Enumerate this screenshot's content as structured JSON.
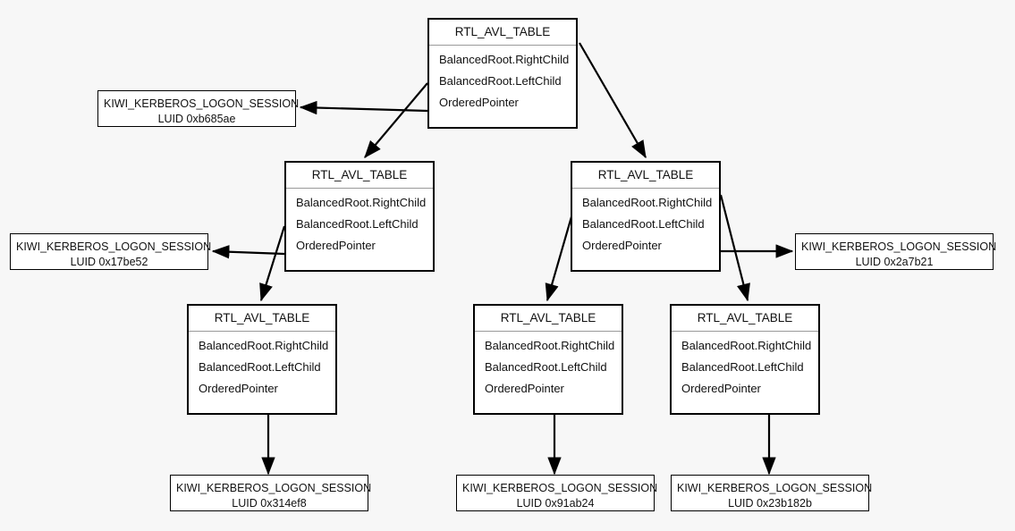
{
  "diagram": {
    "type": "avl-tree-structure",
    "background_color": "#f7f7f7",
    "node_border_color": "#000000",
    "node_fill_color": "#ffffff",
    "edge_color": "#000000",
    "table_nodes": [
      {
        "id": "root",
        "title": "RTL_AVL_TABLE",
        "fields": [
          "BalancedRoot.RightChild",
          "BalancedRoot.LeftChild",
          "OrderedPointer"
        ]
      },
      {
        "id": "mid-left",
        "title": "RTL_AVL_TABLE",
        "fields": [
          "BalancedRoot.RightChild",
          "BalancedRoot.LeftChild",
          "OrderedPointer"
        ]
      },
      {
        "id": "mid-right",
        "title": "RTL_AVL_TABLE",
        "fields": [
          "BalancedRoot.RightChild",
          "BalancedRoot.LeftChild",
          "OrderedPointer"
        ]
      },
      {
        "id": "bottom-left",
        "title": "RTL_AVL_TABLE",
        "fields": [
          "BalancedRoot.RightChild",
          "BalancedRoot.LeftChild",
          "OrderedPointer"
        ]
      },
      {
        "id": "bottom-mid",
        "title": "RTL_AVL_TABLE",
        "fields": [
          "BalancedRoot.RightChild",
          "BalancedRoot.LeftChild",
          "OrderedPointer"
        ]
      },
      {
        "id": "bottom-right",
        "title": "RTL_AVL_TABLE",
        "fields": [
          "BalancedRoot.RightChild",
          "BalancedRoot.LeftChild",
          "OrderedPointer"
        ]
      }
    ],
    "session_nodes": [
      {
        "id": "session-root",
        "title": "KIWI_KERBEROS_LOGON_SESSION",
        "luid": "LUID 0xb685ae"
      },
      {
        "id": "session-mid-left",
        "title": "KIWI_KERBEROS_LOGON_SESSION",
        "luid": "LUID 0x17be52"
      },
      {
        "id": "session-mid-right",
        "title": "KIWI_KERBEROS_LOGON_SESSION",
        "luid": "LUID 0x2a7b21"
      },
      {
        "id": "session-bottom-left",
        "title": "KIWI_KERBEROS_LOGON_SESSION",
        "luid": "LUID 0x314ef8"
      },
      {
        "id": "session-bottom-mid",
        "title": "KIWI_KERBEROS_LOGON_SESSION",
        "luid": "LUID 0x91ab24"
      },
      {
        "id": "session-bottom-right",
        "title": "KIWI_KERBEROS_LOGON_SESSION",
        "luid": "LUID 0x23b182b"
      }
    ]
  }
}
